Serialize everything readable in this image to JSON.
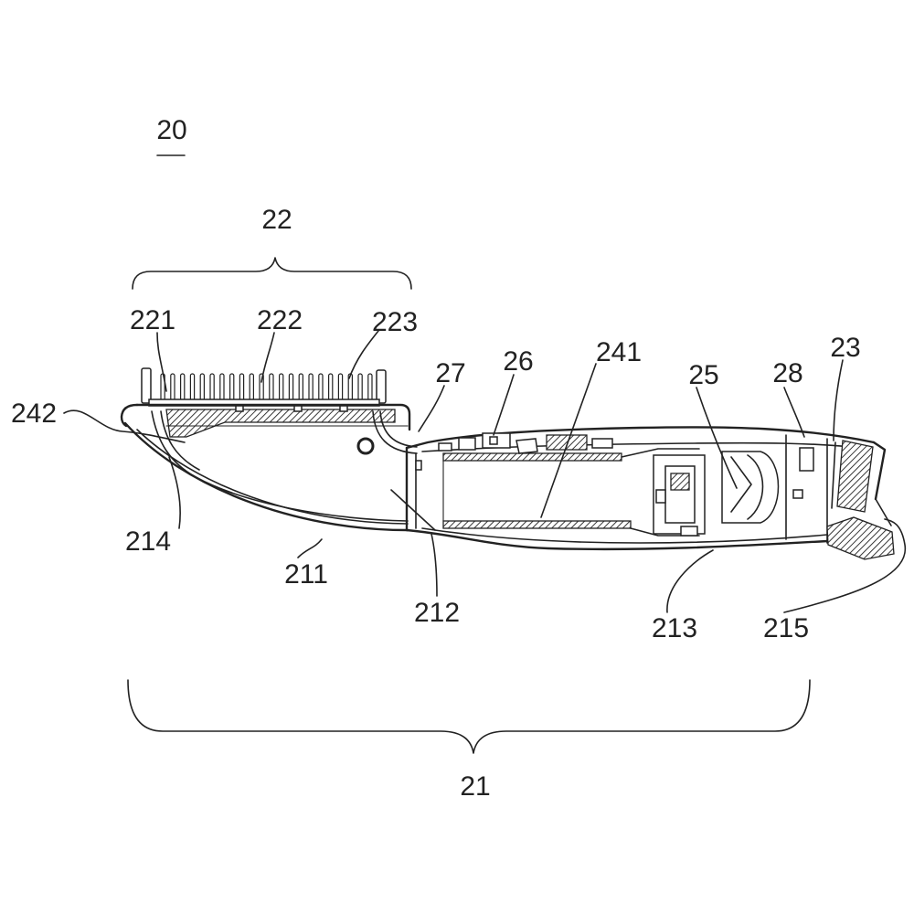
{
  "figure": {
    "number": "20"
  },
  "callouts": {
    "r21": "21",
    "r22": "22",
    "r221": "221",
    "r222": "222",
    "r223": "223",
    "r23": "23",
    "r241": "241",
    "r242": "242",
    "r25": "25",
    "r26": "26",
    "r27": "27",
    "r28": "28",
    "r211": "211",
    "r212": "212",
    "r213": "213",
    "r214": "214",
    "r215": "215"
  },
  "colors": {
    "ink": "#222222",
    "background": "#ffffff"
  }
}
